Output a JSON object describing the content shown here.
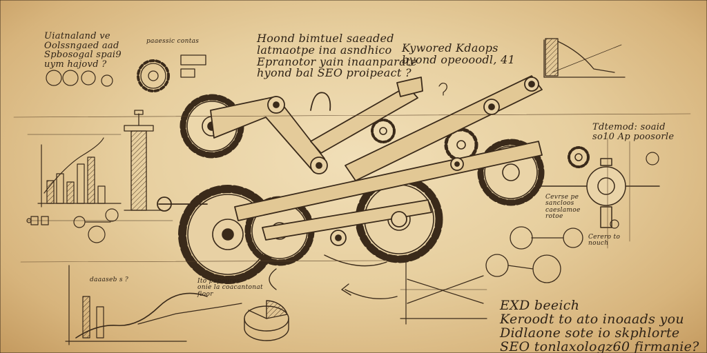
{
  "colors": {
    "paper": "#e6cfa2",
    "ink": "#2e2216",
    "shade": "#6b4f33"
  },
  "notes": {
    "top_left": "Uiatnaland ve\nOolssngaed aad\nSpbosogal spai9\nuym hajovd ?",
    "top_left_small": "paaessic contas",
    "top_center": "Hoond bimtuel saeaded\nlatmaotpe ina asndhico\nEpranotor yain inaanparate\nhyond bal SEO  proipeact ?",
    "top_right": "Kywored Kdaops\nbyond opeooodl, 41",
    "right_mid": "Tdtemod: soaid\nso10 Ap poosorle",
    "right_list": "Cevrse pe\nsancloos\ncaeslamoe\nrotoe",
    "right_lower": "Cerero to\nnouch",
    "bottom_left": "daaaseb s ?",
    "bottom_center": "Ito papoures\nonie la coacantonat\nfioor",
    "bottom_right": "EXD beeich\nKeroodt to ato inoaads you\nDidlaone sote io skphlorte\nSEO tonlaxologz60 firmanie?"
  }
}
